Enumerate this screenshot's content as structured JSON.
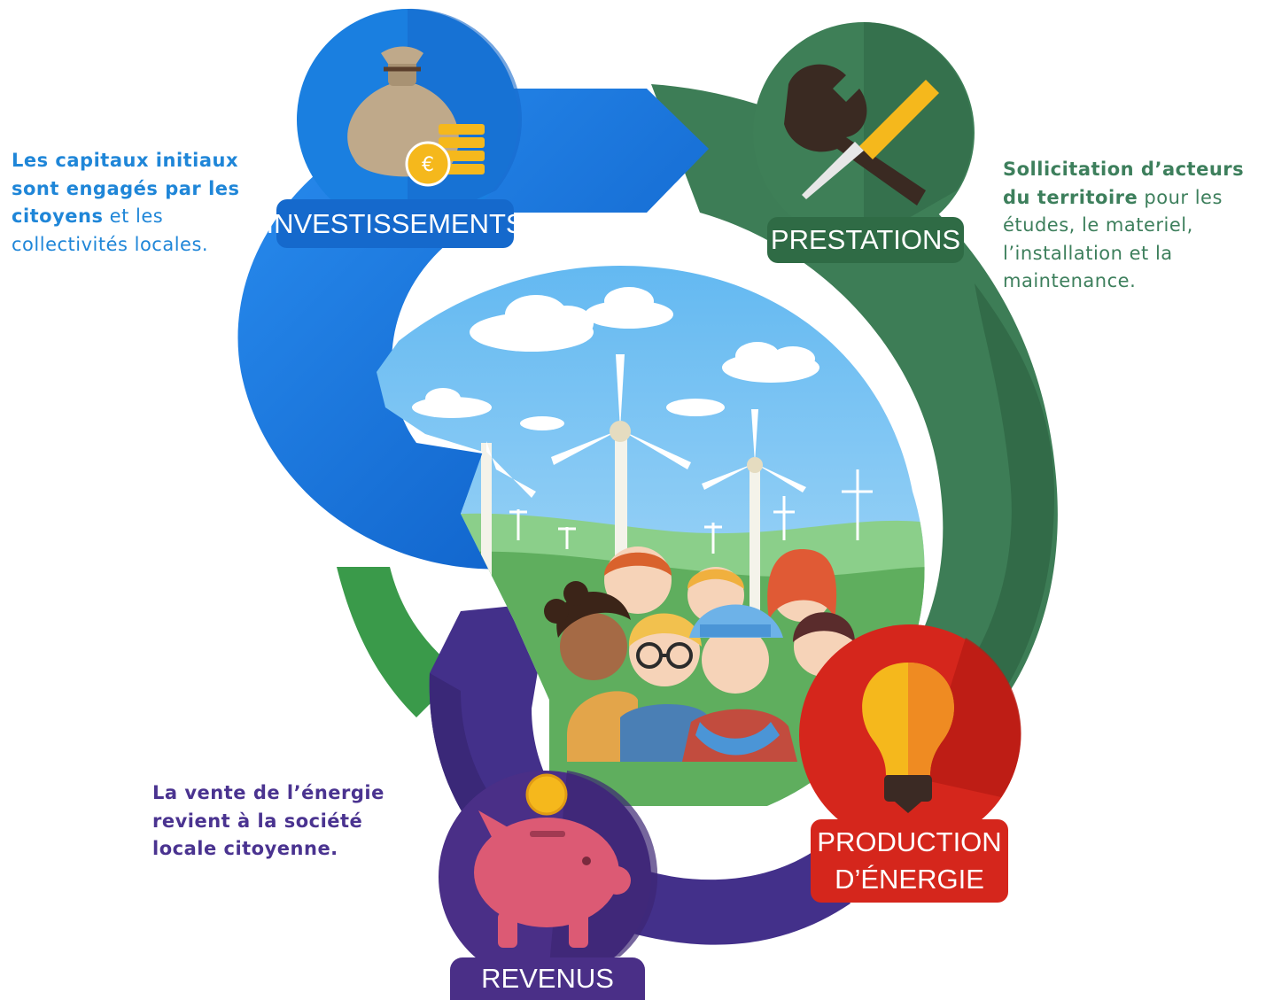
{
  "steps": {
    "investissements": {
      "label": "INVESTISSEMENTS",
      "icon": "money-bag-icon",
      "note_bold": "Les capitaux initiaux sont engagés par les citoyens",
      "note_rest": " et les collectivités locales."
    },
    "prestations": {
      "label": "PRESTATIONS",
      "icon": "wrench-screwdriver-icon",
      "note_bold": "Sollicitation d’acteurs du territoire",
      "note_rest": " pour les études, le materiel, l’installation et la maintenance."
    },
    "production": {
      "label_line1": "PRODUCTION",
      "label_line2": "D’ÉNERGIE",
      "icon": "lightbulb-icon"
    },
    "revenus": {
      "label": "REVENUS",
      "icon": "piggy-bank-icon",
      "note_bold": "La vente de l’énergie revient à la société locale citoyenne."
    }
  },
  "center_illustration": "wind-farm-citizens-illustration",
  "colors": {
    "blue": "#1a7fe0",
    "green": "#3e7f57",
    "red": "#d5261c",
    "purple": "#43308a"
  }
}
